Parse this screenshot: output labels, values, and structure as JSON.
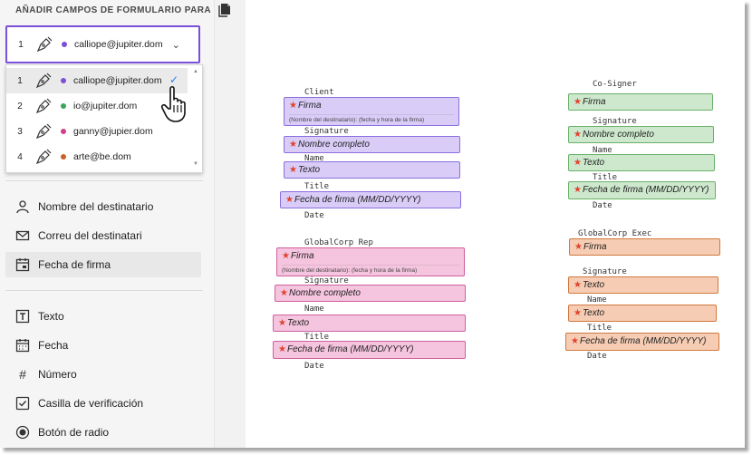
{
  "sidebar": {
    "title": "AÑADIR CAMPOS DE FORMULARIO PARA",
    "selected": {
      "num": "1",
      "email": "calliope@jupiter.dom",
      "dot_color": "#7b4fd8"
    },
    "recipients": [
      {
        "num": "1",
        "email": "calliope@jupiter.dom",
        "dot_color": "#7b4fd8"
      },
      {
        "num": "2",
        "email": "io@jupiter.dom",
        "dot_color": "#3aa55a"
      },
      {
        "num": "3",
        "email": "ganny@jupier.dom",
        "dot_color": "#d03e8c"
      },
      {
        "num": "4",
        "email": "arte@be.dom",
        "dot_color": "#c8612a"
      }
    ],
    "fields_top": [
      {
        "label": "Nombre del destinatario",
        "icon": "person-icon"
      },
      {
        "label": "Correu del destinatari",
        "icon": "envelope-icon"
      },
      {
        "label": "Fecha de firma",
        "icon": "calendar-icon"
      }
    ],
    "fields_bottom": [
      {
        "label": "Texto",
        "icon": "text-field-icon"
      },
      {
        "label": "Fecha",
        "icon": "calendar-grid-icon"
      },
      {
        "label": "Número",
        "icon": "hash-icon"
      },
      {
        "label": "Casilla de verificación",
        "icon": "checkbox-icon"
      },
      {
        "label": "Botón de radio",
        "icon": "radio-icon"
      }
    ]
  },
  "doc": {
    "client": {
      "header": "Client",
      "firma": "Firma",
      "firma_sub": "(Nombre del destinatario): (fecha y hora de la firma)",
      "sig_label": "Signature",
      "nombre": "Nombre completo",
      "name_label": "Name",
      "texto": "Texto",
      "title_label": "Title",
      "fecha": "Fecha de firma (MM/DD/YYYY)",
      "date_label": "Date"
    },
    "globalcorp_rep": {
      "header": "GlobalCorp Rep",
      "firma": "Firma",
      "firma_sub": "(Nombre del destinatario): (fecha y hora de la firma)",
      "sig_label": "Signature",
      "nombre": "Nombre completo",
      "name_label": "Name",
      "texto": "Texto",
      "title_label": "Title",
      "fecha": "Fecha de firma (MM/DD/YYYY)",
      "date_label": "Date"
    },
    "cosigner": {
      "header": "Co-Signer",
      "firma": "Firma",
      "sig_label": "Signature",
      "nombre": "Nombre completo",
      "name_label": "Name",
      "texto": "Texto",
      "title_label": "Title",
      "fecha": "Fecha de firma (MM/DD/YYYY)",
      "date_label": "Date"
    },
    "globalcorp_exec": {
      "header": "GlobalCorp Exec",
      "firma": "Firma",
      "sig_label": "Signature",
      "texto1": "Texto",
      "name_label": "Name",
      "texto2": "Texto",
      "title_label": "Title",
      "fecha": "Fecha de firma (MM/DD/YYYY)",
      "date_label": "Date"
    }
  },
  "colors": {
    "accent": "#7b4fd8",
    "check": "#2680eb",
    "required_star": "#e0432d"
  }
}
